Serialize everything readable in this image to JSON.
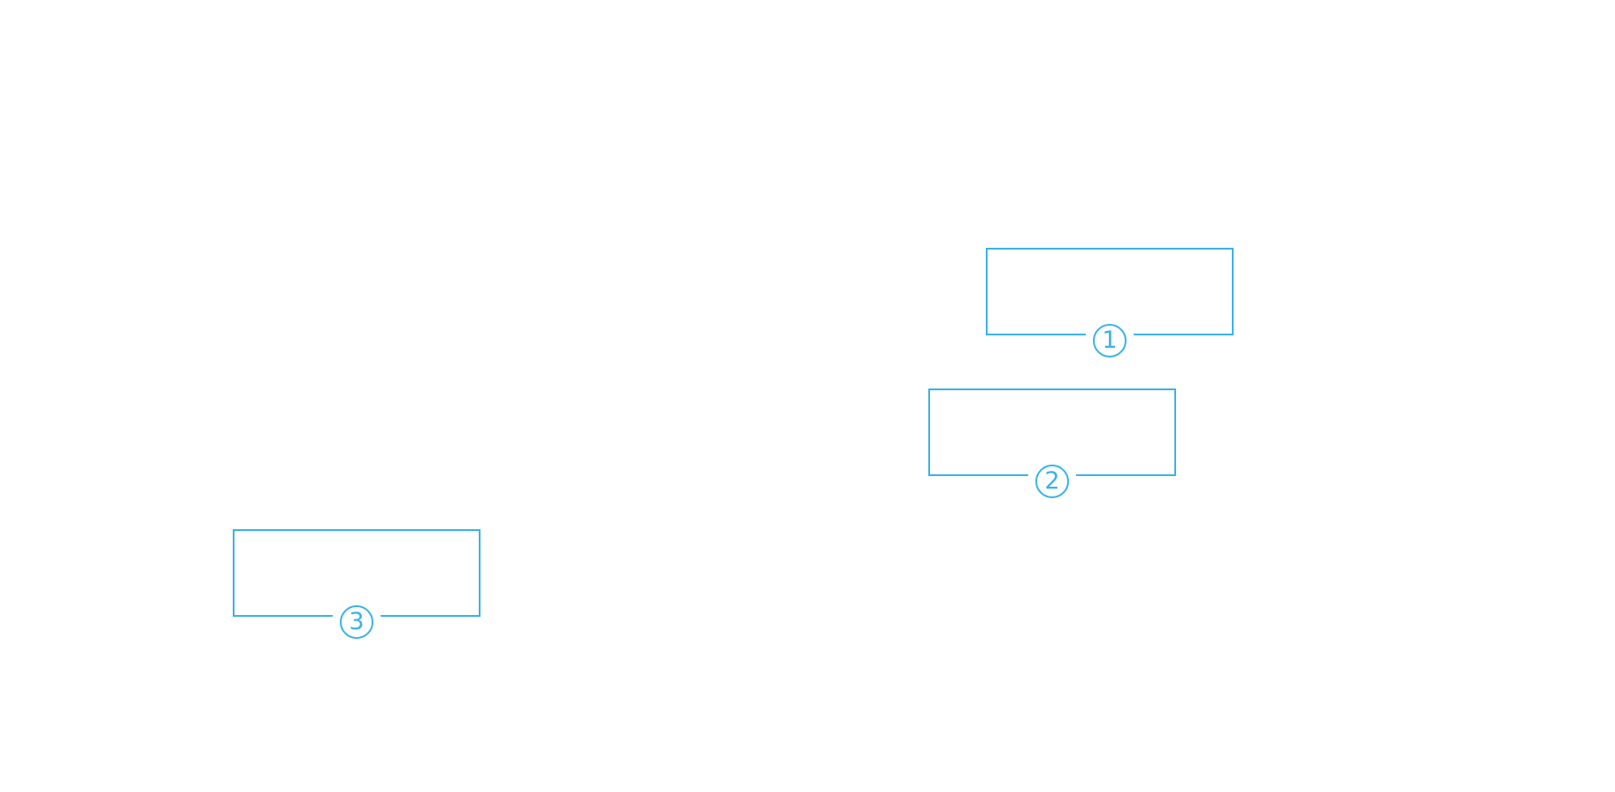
{
  "colors": {
    "accent": "#39b3e6",
    "background": "#ffffff"
  },
  "callouts": [
    {
      "number": "1"
    },
    {
      "number": "2"
    },
    {
      "number": "3"
    }
  ]
}
